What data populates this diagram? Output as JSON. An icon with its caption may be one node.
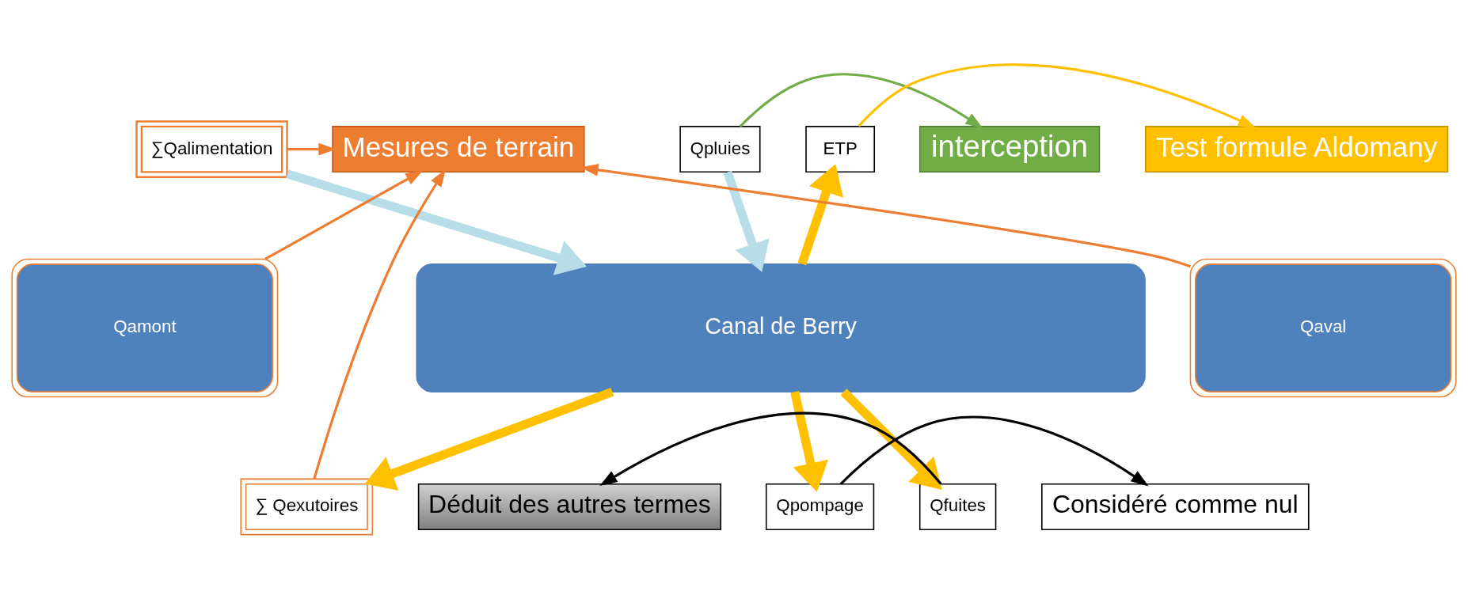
{
  "diagram": {
    "nodes": [
      {
        "text": [
          "Mesures de terrain"
        ]
      },
      {
        "text": [
          "∑Qalimentation"
        ]
      },
      {
        "text": [
          "interception"
        ]
      },
      {
        "text": [
          "Qpluies"
        ]
      },
      {
        "text": [
          "ETP"
        ]
      },
      {
        "text": [
          "Test formule Aldomany"
        ]
      },
      {
        "text": [
          "Qamont"
        ]
      },
      {
        "text": [
          "Canal de Berry"
        ]
      },
      {
        "text": [
          "Qaval"
        ]
      },
      {
        "text": [
          "Déduit des autres termes"
        ]
      },
      {
        "text": [
          "Qfuites"
        ]
      },
      {
        "text": [
          "∑ Qexutoires"
        ]
      },
      {
        "text": [
          "Qpompage"
        ]
      },
      {
        "text": [
          "Considéré comme nul"
        ]
      }
    ],
    "edges": [
      {
        "from": 1,
        "to": 0,
        "arrow": "to",
        "color": "#ed7d31"
      },
      {
        "from": 6,
        "to": 0,
        "arrow": "to",
        "color": "#ed7d31"
      },
      {
        "from": 8,
        "to": 0,
        "arrow": "to",
        "color": "#ed7d31"
      },
      {
        "from": 11,
        "to": 0,
        "arrow": "to",
        "color": "#ed7d31"
      },
      {
        "from": 3,
        "to": 2,
        "arrow": "to",
        "color": "#70ad47"
      },
      {
        "from": 4,
        "to": 5,
        "arrow": "to"
      },
      {
        "from": 1,
        "to": 7,
        "arrow": "to",
        "style": "thick",
        "color": "#b7dde8"
      },
      {
        "from": 3,
        "to": 7,
        "arrow": "to",
        "style": "thick",
        "color": "#b7dde8"
      },
      {
        "from": 7,
        "to": 4,
        "arrow": "to",
        "style": "thick"
      },
      {
        "from": 7,
        "to": 10,
        "arrow": "to",
        "style": "thick"
      },
      {
        "from": 7,
        "to": 11,
        "arrow": "to",
        "style": "thick"
      },
      {
        "from": 7,
        "to": 12,
        "arrow": "to",
        "style": "thick"
      },
      {
        "from": 10,
        "to": 9,
        "arrow": "to",
        "color": "#000000"
      },
      {
        "from": 12,
        "to": 13,
        "arrow": "to",
        "color": "#000000"
      }
    ]
  }
}
